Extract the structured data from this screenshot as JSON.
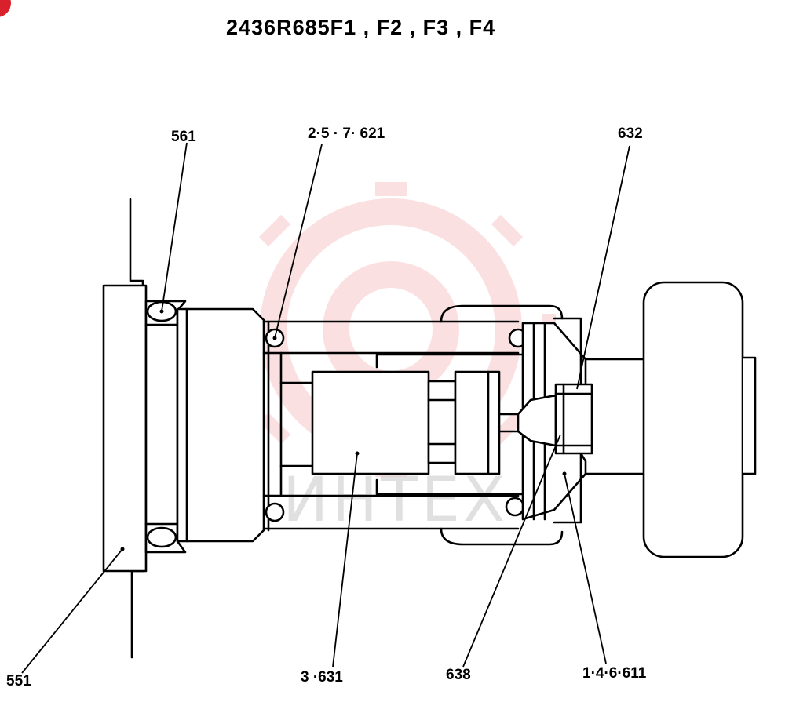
{
  "drawing": {
    "title": "2436R685F1 , F2 , F3 , F4",
    "callouts": {
      "c561": "561",
      "c2_5_7_621": "2·5 · 7· 621",
      "c632": "632",
      "c551": "551",
      "c3_631": "3 ·631",
      "c638": "638",
      "c1_4_6_611": "1·4·6·611"
    },
    "watermark": {
      "text": "ИНТЕХ",
      "color": "#e8474f"
    },
    "colors": {
      "ink": "#000000",
      "badge": "#d9212e"
    }
  }
}
